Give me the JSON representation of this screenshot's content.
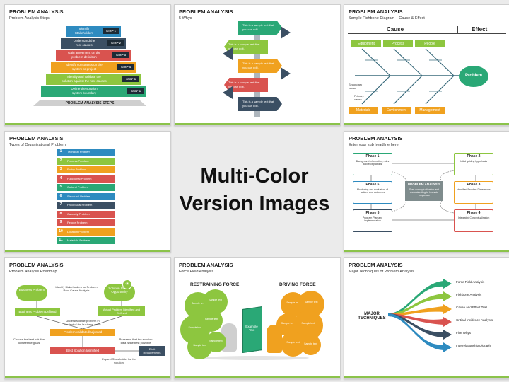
{
  "center_title": {
    "line1": "Multi-Color",
    "line2": "Version Images"
  },
  "cards": {
    "steps": {
      "title": "PROBLEM ANALYSIS",
      "subtitle": "Problem Analysis Steps",
      "caption": "PROBLEM ANALYSIS STEPS",
      "items": [
        {
          "text1": "Identify",
          "text2": "Stakeholders",
          "step": "STEP 1",
          "color": "#2e8bc0"
        },
        {
          "text1": "Understand the",
          "text2": "root causes",
          "step": "STEP 2",
          "color": "#3b4f63"
        },
        {
          "text1": "Gain agreement on the",
          "text2": "problem definition",
          "step": "STEP 3",
          "color": "#d9534f"
        },
        {
          "text1": "Identify constraints on the",
          "text2": "system or project",
          "step": "STEP 4",
          "color": "#f0a11f"
        },
        {
          "text1": "Identify and validate the",
          "text2": "solution against the root causes",
          "step": "STEP 5",
          "color": "#8dc63f"
        },
        {
          "text1": "Define the solution",
          "text2": "system boundary",
          "step": "STEP 6",
          "color": "#2aa876"
        }
      ]
    },
    "whys": {
      "title": "PROBLEM ANALYSIS",
      "subtitle": "5 Whys",
      "sign_text1": "This is a sample text that",
      "sign_text2": "you can edit.",
      "colors": [
        "#2aa876",
        "#8dc63f",
        "#f0a11f",
        "#d9534f",
        "#3b4f63"
      ]
    },
    "fishbone": {
      "title": "PROBLEM ANALYSIS",
      "subtitle": "Sample Fishbone Diagram – Cause & Effect",
      "cause": "Cause",
      "effect": "Effect",
      "problem": "Problem",
      "top_labels": [
        "Equipment",
        "Process",
        "People"
      ],
      "bottom_labels": [
        "Materials",
        "Environment",
        "Management"
      ],
      "secondary": "Secondary cause",
      "primary": "Primary cause"
    },
    "types": {
      "title": "PROBLEM ANALYSIS",
      "subtitle": "Types of Organizational Problem",
      "items": [
        {
          "num": "1",
          "label": "Technical Problem",
          "color": "#2e8bc0"
        },
        {
          "num": "2",
          "label": "Process Problem",
          "color": "#8dc63f"
        },
        {
          "num": "3",
          "label": "Policy Problem",
          "color": "#f0a11f"
        },
        {
          "num": "4",
          "label": "Functional Problem",
          "color": "#d9534f"
        },
        {
          "num": "5",
          "label": "Cultural Problem",
          "color": "#2aa876"
        },
        {
          "num": "6",
          "label": "Structural Problem",
          "color": "#2e8bc0"
        },
        {
          "num": "7",
          "label": "Procedural Problem",
          "color": "#3b4f63"
        },
        {
          "num": "8",
          "label": "Capacity Problem",
          "color": "#d9534f"
        },
        {
          "num": "9",
          "label": "People Problem",
          "color": "#d9534f"
        },
        {
          "num": "10",
          "label": "Location Problem",
          "color": "#f0a11f"
        },
        {
          "num": "11",
          "label": "Materials Problem",
          "color": "#2aa876"
        }
      ]
    },
    "phases": {
      "title": "PROBLEM ANALYSIS",
      "subtitle": "Enter your sub headline here",
      "center_title": "PROBLEM ANALYSIS",
      "center_text": "Start conceptualization and understanding to Innovate proposals",
      "items": [
        {
          "name": "Phase 1",
          "desc": "Background information, roles and exceptations",
          "color": "#2aa876"
        },
        {
          "name": "Phase 2",
          "desc": "Initial guiding hypothesis",
          "color": "#8dc63f"
        },
        {
          "name": "Phase 3",
          "desc": "Identified Problem Dimensions",
          "color": "#f0a11f"
        },
        {
          "name": "Phase 4",
          "desc": "Integrated Conceptualisation",
          "color": "#d9534f"
        },
        {
          "name": "Phase 5",
          "desc": "Program Plan and implementation",
          "color": "#3b4f63"
        },
        {
          "name": "Phase 6",
          "desc": "Monitoring and evaluation of actions and outcomes",
          "color": "#2e8bc0"
        }
      ]
    },
    "roadmap": {
      "title": "PROBLEM ANALYSIS",
      "subtitle": "Problem Analysis Roadmap",
      "cloud_left": "Business Problem",
      "cloud_right": "Solution Idea or Opportunity",
      "identify": "Identify Stakeholders for Problem Root Cause Analysis",
      "defined_left": "Business Problem Defined",
      "defined_right": "Actual Problem Identified and Defined",
      "understand": "Understand the problem in context of the business goals",
      "validated": "Problem validated/adjusted",
      "choose": "Choose the best solution to meet the goals",
      "reassess": "Reassess that the solution idea is the best possible",
      "best": "Best Solution Identified",
      "expand": "Expand Stakeholder list for solution",
      "elicit": "Elicit Requirements"
    },
    "force": {
      "title": "PROBLEM ANALYSIS",
      "subtitle": "Force Field Analysis",
      "restraining": "RESTRAINING FORCE",
      "driving": "DRIVING FORCE",
      "sample": "Sample text",
      "box": "Example Text"
    },
    "techniques": {
      "title": "PROBLEM ANALYSIS",
      "subtitle": "Major Techniques of Problem Analysis",
      "center": "MAJOR TECHNIQUES",
      "items": [
        {
          "label": "Force Field Analysis",
          "color": "#2aa876"
        },
        {
          "label": "Fishbone Analysis",
          "color": "#8dc63f"
        },
        {
          "label": "Cause and Effect Trail",
          "color": "#f0a11f"
        },
        {
          "label": "Critical Incidence Analysis",
          "color": "#d9534f"
        },
        {
          "label": "Five Whys",
          "color": "#3b4f63"
        },
        {
          "label": "Interrelationship Digraph",
          "color": "#2e8bc0"
        }
      ]
    }
  }
}
